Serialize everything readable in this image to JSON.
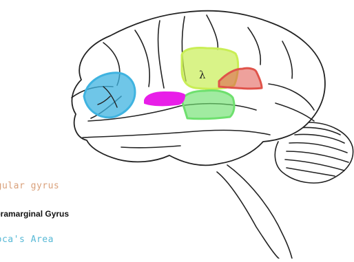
{
  "legend": [
    {
      "text": "Angular gyrus",
      "color": "#d9a07a"
    },
    {
      "text": "Supramarginal Gyrus",
      "color": "#111111"
    },
    {
      "text": "Broca's Area",
      "color": "#57b9d6"
    }
  ],
  "region_mark": "λ",
  "colors": {
    "outline": "#222222",
    "broca_region": "#3fb3e0",
    "upper_green_region": "#c9ee55",
    "red_region": "#e0534a",
    "lower_green_region": "#6ee06e",
    "magenta_region": "#e81ee8"
  }
}
